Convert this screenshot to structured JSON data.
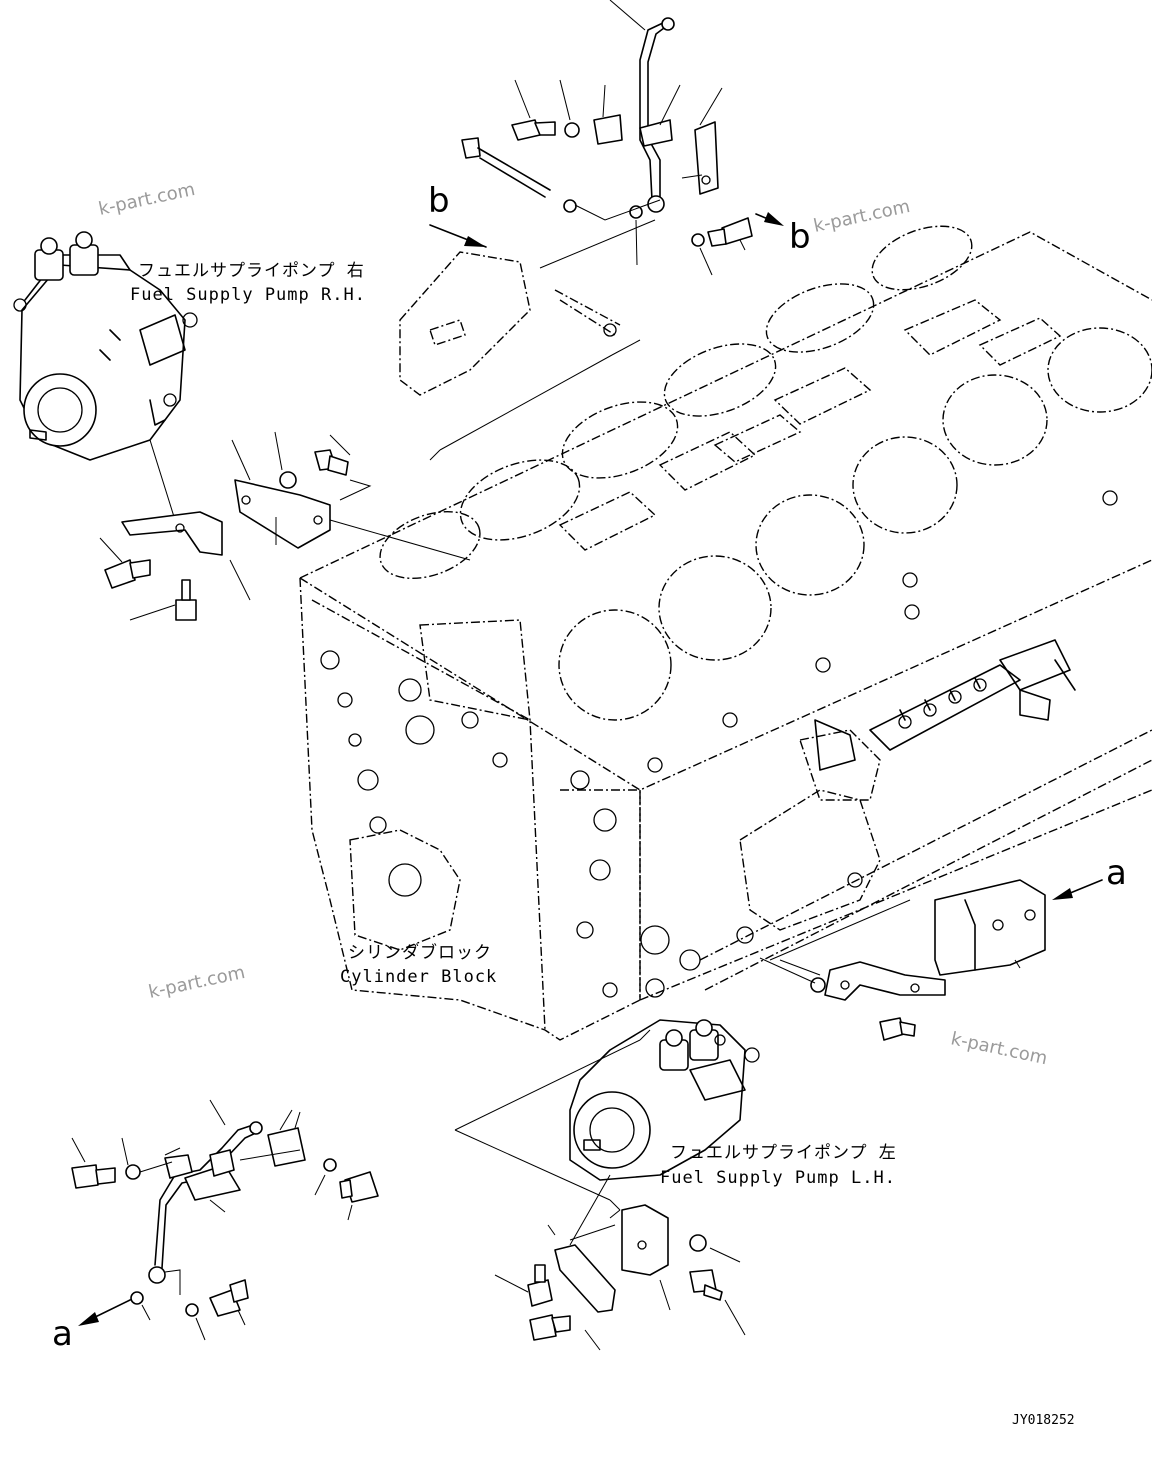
{
  "labels": {
    "pump_rh_jp": "フュエルサプライポンプ 右",
    "pump_rh_en": "Fuel Supply Pump R.H.",
    "pump_lh_jp": "フュエルサプライポンプ 左",
    "pump_lh_en": "Fuel Supply Pump L.H.",
    "block_jp": "シリンダブロック",
    "block_en": "Cylinder Block"
  },
  "refs": {
    "a_right": "a",
    "a_left": "a",
    "b_left": "b",
    "b_right": "b"
  },
  "watermarks": [
    "k-part.com",
    "k-part.com",
    "k-part.com",
    "k-part.com"
  ],
  "drawing_code": "JY018252"
}
